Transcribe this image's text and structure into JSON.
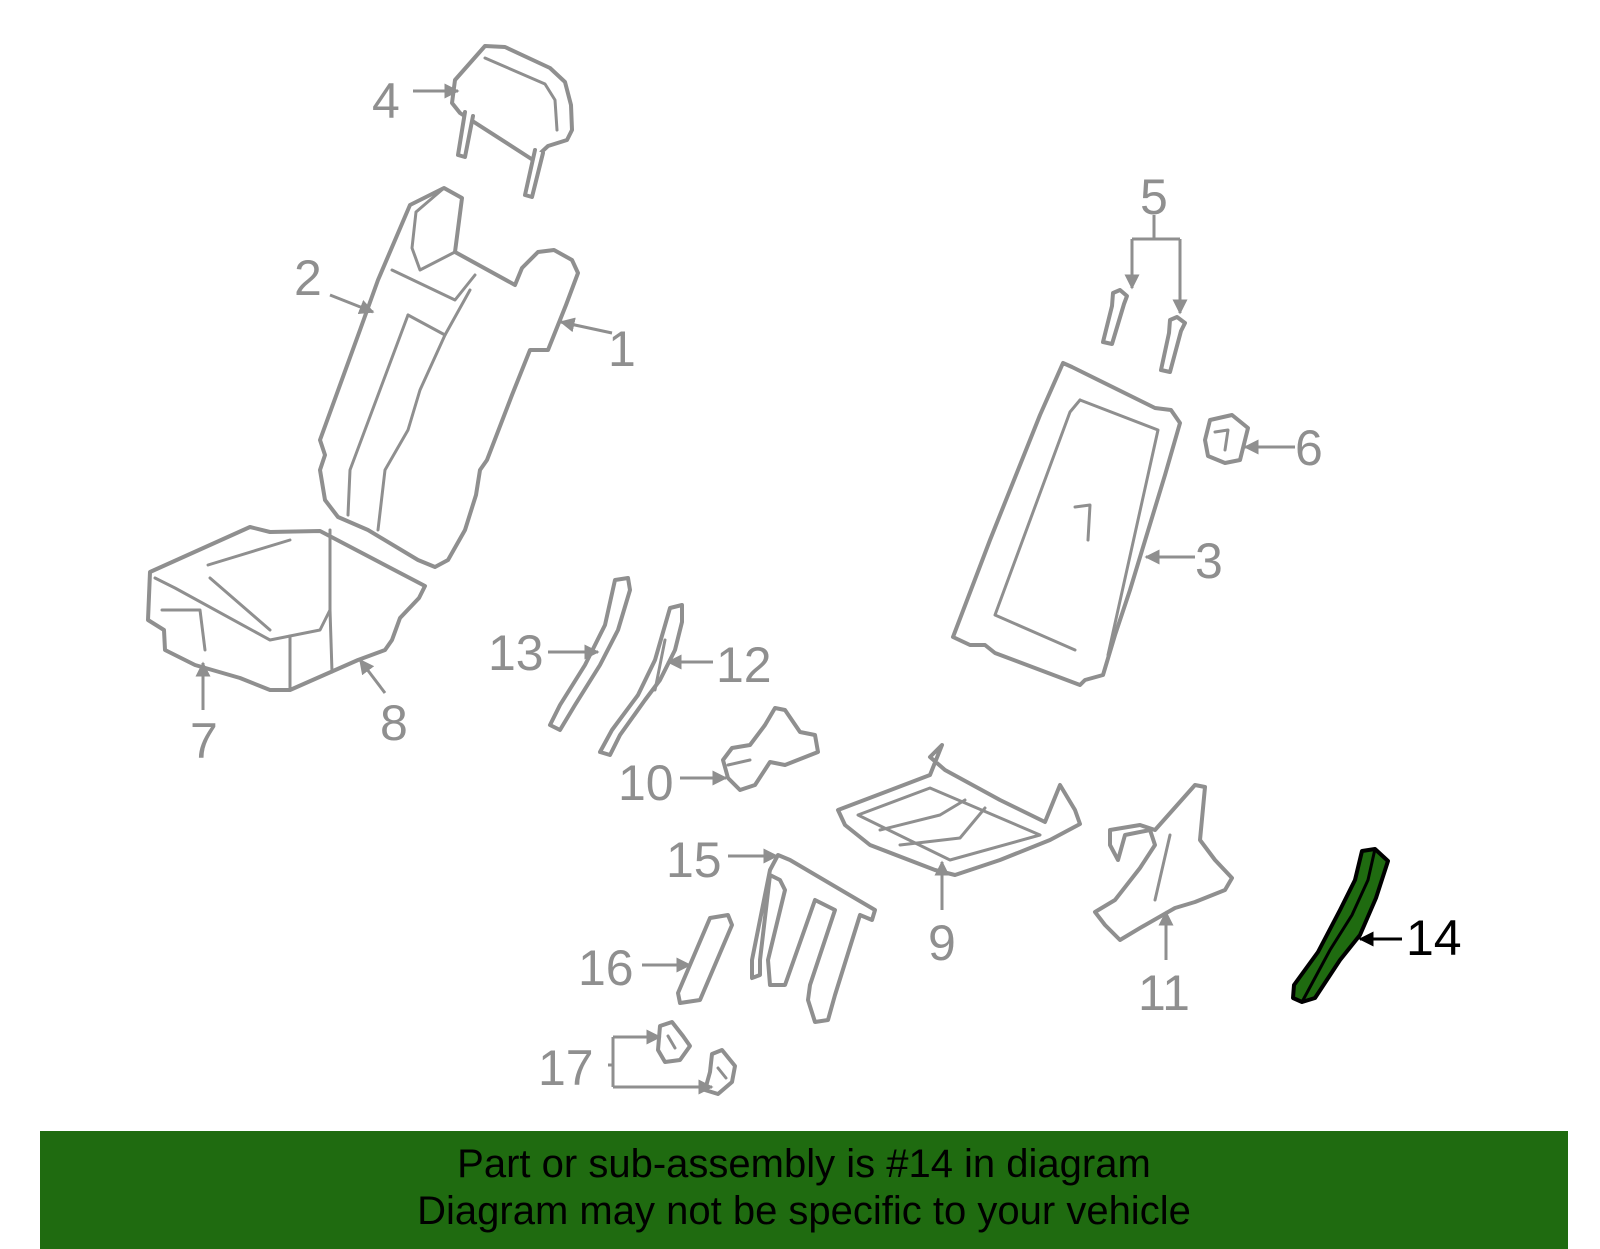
{
  "diagram": {
    "highlight_color": "#1f6b10",
    "part_color": "#8f8f8f",
    "callouts": {
      "c1": "1",
      "c2": "2",
      "c3": "3",
      "c4": "4",
      "c5": "5",
      "c6": "6",
      "c7": "7",
      "c8": "8",
      "c9": "9",
      "c10": "10",
      "c11": "11",
      "c12": "12",
      "c13": "13",
      "c14": "14",
      "c15": "15",
      "c16": "16",
      "c17": "17"
    },
    "highlighted_part": "14"
  },
  "banner": {
    "line1": "Part or sub-assembly is #14 in diagram",
    "line2": "Diagram may not be specific to your vehicle"
  }
}
